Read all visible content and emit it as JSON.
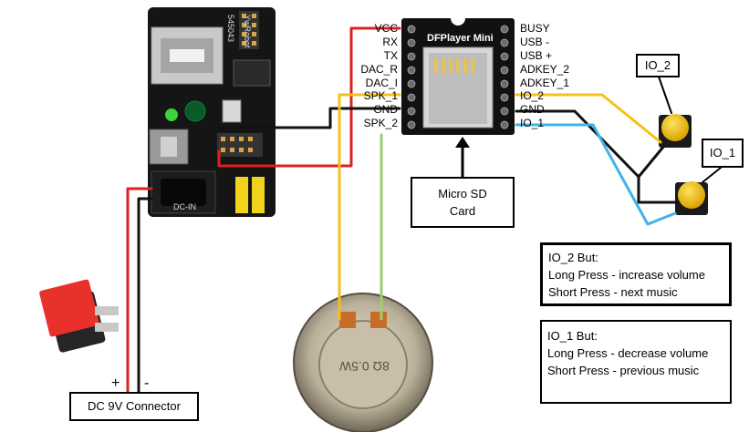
{
  "dfplayer": {
    "name": "DFPlayer Mini",
    "left_pins": [
      "VCC",
      "RX",
      "TX",
      "DAC_R",
      "DAC_I",
      "SPK_1",
      "GND",
      "SPK_2"
    ],
    "right_pins": [
      "BUSY",
      "USB -",
      "USB +",
      "ADKEY_2",
      "ADKEY_1",
      "IO_2",
      "GND",
      "IO_1"
    ]
  },
  "power_board": {
    "brand": "YwRobot",
    "model": "545043",
    "dc_marking": "DC-IN"
  },
  "labels": {
    "sd_card": [
      "Micro SD",
      "Card"
    ],
    "io2_button": "IO_2",
    "io1_button": "IO_1",
    "dc_connector": "DC 9V Connector",
    "plus": "+",
    "minus": "-"
  },
  "info_io2": {
    "title": "IO_2 But:",
    "lines": [
      "Long Press - increase volume",
      "Short Press - next music"
    ]
  },
  "info_io1": {
    "title": "IO_1 But:",
    "lines": [
      "Long Press - decrease volume",
      "Short Press - previous music"
    ]
  },
  "speaker": {
    "marking": "8Ω 0.5W"
  },
  "colors": {
    "wire_red": "#e02020",
    "wire_black": "#111111",
    "wire_yellow": "#f2c21a",
    "wire_green": "#9ccf6e",
    "wire_blue": "#3fb4e8",
    "module_black": "#111111",
    "button_yellow": "#f5c20a",
    "switch_red": "#e8312b"
  }
}
